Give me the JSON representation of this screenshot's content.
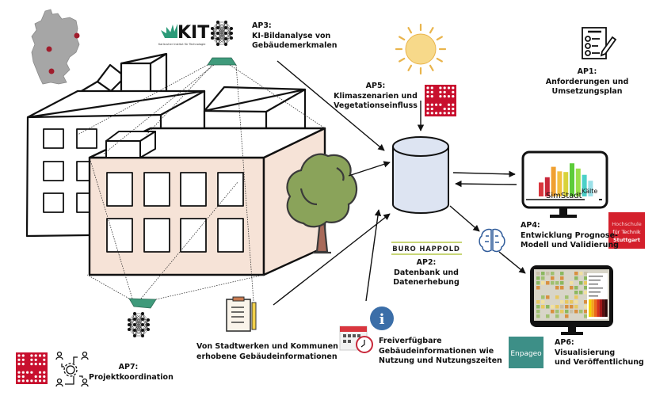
{
  "title": "Projektübersicht Arbeitspakete",
  "colors": {
    "facade": "#f6e3d7",
    "outline": "#111111",
    "drone_green": "#3f9a7b",
    "tree_crown": "#8aa35a",
    "tree_trunk": "#a86a5a",
    "sun": "#f7d98a",
    "sun_stroke": "#e9b44c",
    "database": "#dde4f2",
    "brand_red": "#c8102e",
    "hft_red": "#d4202c",
    "enpageo_teal": "#3d8f87",
    "germany_gray": "#a6a6a6",
    "city_dot": "#a01c2c",
    "info_blue": "#3b6ea8",
    "buro_line": "#b5c84a"
  },
  "logos": {
    "kit": {
      "name": "KIT",
      "subtitle": "Karlsruher Institut für Technologie"
    },
    "buro_happold": {
      "name": "BURO HAPPOLD"
    },
    "hft": {
      "lines": [
        "Hochschule",
        "für Technik",
        "Stuttgart"
      ]
    },
    "enpageo": {
      "name": "Enpageo"
    },
    "simstadt": {
      "name": "SimStadt",
      "suffix": "Kälte"
    }
  },
  "work_packages": {
    "ap1": {
      "id": "AP1:",
      "lines": [
        "Anforderungen und",
        "Umsetzungsplan"
      ],
      "icon": "checklist-icon"
    },
    "ap2": {
      "id": "AP2:",
      "lines": [
        "Datenbank und",
        "Datenerhebung"
      ],
      "icon": "database-icon"
    },
    "ap3": {
      "id": "AP3:",
      "lines": [
        "KI-Bildanalyse von",
        "Gebäudemerkmalen"
      ],
      "icon": "neural-network-icon"
    },
    "ap4": {
      "id": "AP4:",
      "lines": [
        "Entwicklung Prognose-",
        "Modell und Validierung"
      ],
      "icon": "monitor-chart-icon"
    },
    "ap5": {
      "id": "AP5:",
      "lines": [
        "Klimaszenarien und",
        "Vegetationseinfluss"
      ],
      "icon": "sun-icon"
    },
    "ap6": {
      "id": "AP6:",
      "lines": [
        "Visualisierung",
        "und Veröffentlichung"
      ],
      "icon": "monitor-map-icon"
    },
    "ap7": {
      "id": "AP7:",
      "lines": [
        "Projektkoordination"
      ],
      "icon": "team-gear-icon"
    }
  },
  "sources": {
    "municipal": {
      "lines": [
        "Von Stadtwerken und Kommunen",
        "erhobene Gebäudeinformationen"
      ],
      "icon": "clipboard-icon"
    },
    "open_data": {
      "lines": [
        "Freiverfügbare",
        "Gebäudeinformationen wie",
        "Nutzung und  Nutzungszeiten"
      ],
      "icon": "calendar-info-icon"
    }
  },
  "simstadt_bars": [
    {
      "h": 0.4,
      "c": "#d9363e"
    },
    {
      "h": 0.55,
      "c": "#c9283a"
    },
    {
      "h": 0.85,
      "c": "#f0a030"
    },
    {
      "h": 0.72,
      "c": "#f2c040"
    },
    {
      "h": 0.7,
      "c": "#d8d23a"
    },
    {
      "h": 0.95,
      "c": "#5ccc3a"
    },
    {
      "h": 0.8,
      "c": "#9adf4a"
    },
    {
      "h": 0.62,
      "c": "#4cd0c8"
    },
    {
      "h": 0.45,
      "c": "#9be0e8"
    }
  ],
  "map_legend_colors": [
    "#f4d000",
    "#f2a41c",
    "#ea6a1a",
    "#d43018",
    "#a01818",
    "#5a1010",
    "#2a0808"
  ]
}
